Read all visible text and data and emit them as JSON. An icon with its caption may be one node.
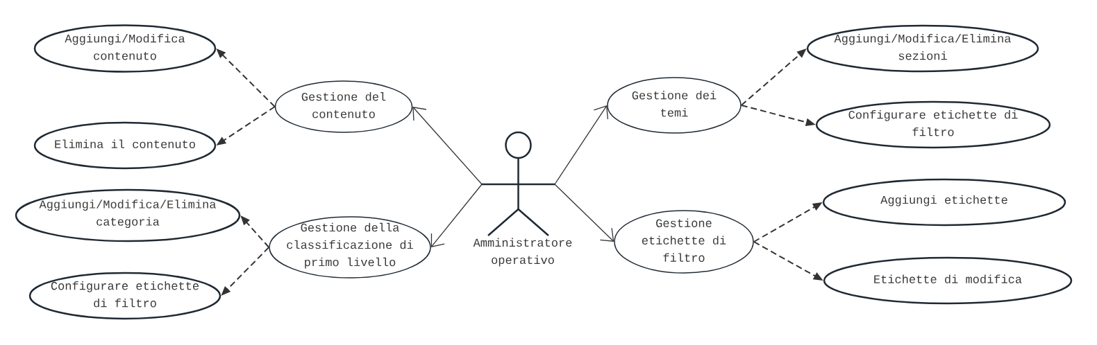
{
  "diagram": {
    "nodes": [
      {
        "text": [],
        "shape": "person",
        "beside": [
          "Amministratore operativo"
        ]
      },
      {
        "text": [
          "Gestione del contenuto"
        ]
      },
      {
        "text": [
          "Aggiungi/Modifica contenuto"
        ]
      },
      {
        "text": [
          "Elimina il contenuto"
        ]
      },
      {
        "text": [
          "Gestione della classificazione di primo livello"
        ]
      },
      {
        "text": [
          "Aggiungi/Modifica/Elimina categoria"
        ]
      },
      {
        "text": [
          "Configurare etichette di filtro"
        ]
      },
      {
        "text": [
          "Gestione dei temi"
        ]
      },
      {
        "text": [
          "Aggiungi/Modifica/Elimina sezioni"
        ]
      },
      {
        "text": [
          "Configurare etichette di filtro"
        ]
      },
      {
        "text": [
          "Gestione etichette di filtro"
        ]
      },
      {
        "text": [
          "Aggiungi etichette"
        ]
      },
      {
        "text": [
          "Etichette di modifica"
        ]
      }
    ],
    "edges": [
      {
        "from": 0,
        "to": 1,
        "arrow": "to"
      },
      {
        "from": 0,
        "to": 4,
        "arrow": "to"
      },
      {
        "from": 0,
        "to": 7,
        "arrow": "to"
      },
      {
        "from": 0,
        "to": 10,
        "arrow": "to"
      },
      {
        "from": 1,
        "to": 2,
        "arrow": "to",
        "style": "dashed"
      },
      {
        "from": 1,
        "to": 3,
        "arrow": "to",
        "style": "dashed"
      },
      {
        "from": 4,
        "to": 5,
        "arrow": "to",
        "style": "dashed"
      },
      {
        "from": 4,
        "to": 6,
        "arrow": "to",
        "style": "dashed"
      },
      {
        "from": 7,
        "to": 8,
        "arrow": "to",
        "style": "dashed"
      },
      {
        "from": 7,
        "to": 9,
        "arrow": "to",
        "style": "dashed"
      },
      {
        "from": 10,
        "to": 11,
        "arrow": "to",
        "style": "dashed"
      },
      {
        "from": 10,
        "to": 12,
        "arrow": "to",
        "style": "dashed"
      }
    ]
  }
}
